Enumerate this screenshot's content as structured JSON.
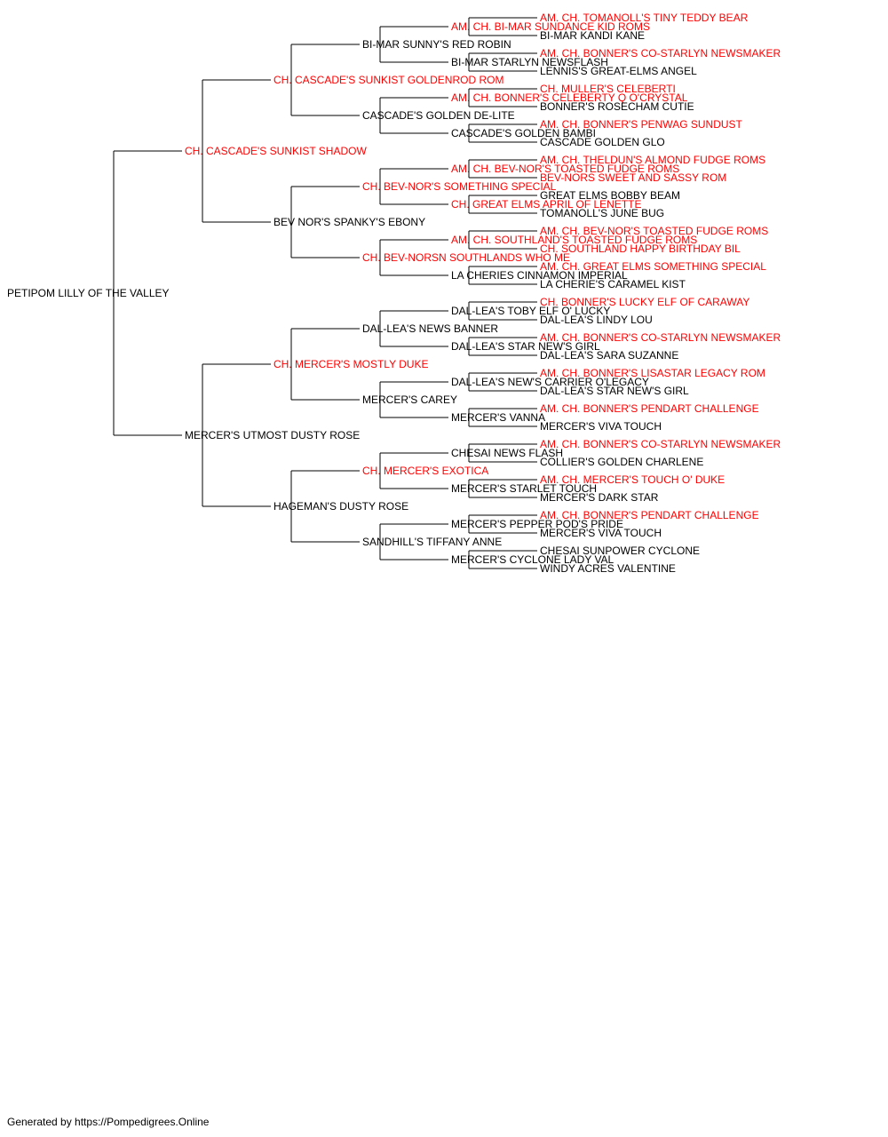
{
  "colors": {
    "champion": "#ff0000",
    "normal": "#000000",
    "line": "#000000"
  },
  "pedigree": {
    "name": "PETIPOM LILLY OF THE VALLEY",
    "champion": false,
    "sire": {
      "name": "CH. CASCADE'S SUNKIST SHADOW",
      "champion": true,
      "sire": {
        "name": "CH. CASCADE'S SUNKIST GOLDENROD ROM",
        "champion": true,
        "sire": {
          "name": "BI-MAR SUNNY'S RED ROBIN",
          "champion": false,
          "sire": {
            "name": "AM. CH. BI-MAR SUNDANCE KID ROMS",
            "champion": true,
            "sire": {
              "name": "AM. CH. TOMANOLL'S TINY TEDDY BEAR",
              "champion": true
            },
            "dam": {
              "name": "BI-MAR KANDI KANE",
              "champion": false
            }
          },
          "dam": {
            "name": "BI-MAR STARLYN NEWSFLASH",
            "champion": false,
            "sire": {
              "name": "AM. CH. BONNER'S CO-STARLYN NEWSMAKER",
              "champion": true
            },
            "dam": {
              "name": "LENNIS'S GREAT-ELMS ANGEL",
              "champion": false
            }
          }
        },
        "dam": {
          "name": "CASCADE'S GOLDEN DE-LITE",
          "champion": false,
          "sire": {
            "name": "AM. CH. BONNER'S CELEBERTY Q O'CRYSTAL",
            "champion": true,
            "sire": {
              "name": "CH. MULLER'S CELEBERTI",
              "champion": true
            },
            "dam": {
              "name": "BONNER'S ROSECHAM CUTIE",
              "champion": false
            }
          },
          "dam": {
            "name": "CASCADE'S GOLDEN BAMBI",
            "champion": false,
            "sire": {
              "name": "AM. CH. BONNER'S PENWAG SUNDUST",
              "champion": true
            },
            "dam": {
              "name": "CASCADE GOLDEN GLO",
              "champion": false
            }
          }
        }
      },
      "dam": {
        "name": "BEV NOR'S SPANKY'S EBONY",
        "champion": false,
        "sire": {
          "name": "CH. BEV-NOR'S SOMETHING SPECIAL",
          "champion": true,
          "sire": {
            "name": "AM. CH. BEV-NOR'S TOASTED FUDGE ROMS",
            "champion": true,
            "sire": {
              "name": "AM. CH. THELDUN'S ALMOND FUDGE ROMS",
              "champion": true
            },
            "dam": {
              "name": "BEV-NORS SWEET AND SASSY ROM",
              "champion": true
            }
          },
          "dam": {
            "name": "CH. GREAT ELMS APRIL OF LENETTE",
            "champion": true,
            "sire": {
              "name": "GREAT ELMS BOBBY BEAM",
              "champion": false
            },
            "dam": {
              "name": "TOMANOLL'S JUNE BUG",
              "champion": false
            }
          }
        },
        "dam": {
          "name": "CH. BEV-NORSN SOUTHLANDS WHO ME",
          "champion": true,
          "sire": {
            "name": "AM. CH. SOUTHLAND'S TOASTED FUDGE ROMS",
            "champion": true,
            "sire": {
              "name": "AM. CH. BEV-NOR'S TOASTED FUDGE ROMS",
              "champion": true
            },
            "dam": {
              "name": "CH. SOUTHLAND HAPPY BIRTHDAY BIL",
              "champion": true
            }
          },
          "dam": {
            "name": "LA CHERIES CINNAMON IMPERIAL",
            "champion": false,
            "sire": {
              "name": "AM. CH. GREAT ELMS SOMETHING SPECIAL",
              "champion": true
            },
            "dam": {
              "name": "LA CHERIE'S CARAMEL KIST",
              "champion": false
            }
          }
        }
      }
    },
    "dam": {
      "name": "MERCER'S UTMOST DUSTY ROSE",
      "champion": false,
      "sire": {
        "name": "CH. MERCER'S MOSTLY DUKE",
        "champion": true,
        "sire": {
          "name": "DAL-LEA'S NEWS BANNER",
          "champion": false,
          "sire": {
            "name": "DAL-LEA'S TOBY ELF O' LUCKY",
            "champion": false,
            "sire": {
              "name": "CH. BONNER'S LUCKY ELF OF CARAWAY",
              "champion": true
            },
            "dam": {
              "name": "DAL-LEA'S LINDY LOU",
              "champion": false
            }
          },
          "dam": {
            "name": "DAL-LEA'S STAR NEW'S GIRL",
            "champion": false,
            "sire": {
              "name": "AM. CH. BONNER'S CO-STARLYN NEWSMAKER",
              "champion": true
            },
            "dam": {
              "name": "DAL-LEA'S SARA SUZANNE",
              "champion": false
            }
          }
        },
        "dam": {
          "name": "MERCER'S CAREY",
          "champion": false,
          "sire": {
            "name": "DAL-LEA'S NEW'S CARRIER O'LEGACY",
            "champion": false,
            "sire": {
              "name": "AM. CH. BONNER'S LISASTAR LEGACY ROM",
              "champion": true
            },
            "dam": {
              "name": "DAL-LEA'S STAR NEW'S GIRL",
              "champion": false
            }
          },
          "dam": {
            "name": "MERCER'S VANNA",
            "champion": false,
            "sire": {
              "name": "AM. CH. BONNER'S PENDART CHALLENGE",
              "champion": true
            },
            "dam": {
              "name": "MERCER'S VIVA TOUCH",
              "champion": false
            }
          }
        }
      },
      "dam": {
        "name": "HAGEMAN'S DUSTY ROSE",
        "champion": false,
        "sire": {
          "name": "CH. MERCER'S EXOTICA",
          "champion": true,
          "sire": {
            "name": "CHESAI NEWS FLASH",
            "champion": false,
            "sire": {
              "name": "AM. CH. BONNER'S CO-STARLYN NEWSMAKER",
              "champion": true
            },
            "dam": {
              "name": "COLLIER'S GOLDEN CHARLENE",
              "champion": false
            }
          },
          "dam": {
            "name": "MERCER'S STARLET TOUCH",
            "champion": false,
            "sire": {
              "name": "AM. CH. MERCER'S TOUCH O' DUKE",
              "champion": true
            },
            "dam": {
              "name": "MERCER'S DARK STAR",
              "champion": false
            }
          }
        },
        "dam": {
          "name": "SANDHILL'S TIFFANY ANNE",
          "champion": false,
          "sire": {
            "name": "MERCER'S PEPPER POD'S PRIDE",
            "champion": false,
            "sire": {
              "name": "AM. CH. BONNER'S PENDART CHALLENGE",
              "champion": true
            },
            "dam": {
              "name": "MERCER'S VIVA TOUCH",
              "champion": false
            }
          },
          "dam": {
            "name": "MERCER'S CYCLONE LADY VAL",
            "champion": false,
            "sire": {
              "name": "CHESAI SUNPOWER CYCLONE",
              "champion": false
            },
            "dam": {
              "name": "WINDY ACRES VALENTINE",
              "champion": false
            }
          }
        }
      }
    }
  },
  "footer": {
    "text": "Generated by https://Pompedigrees.Online"
  }
}
